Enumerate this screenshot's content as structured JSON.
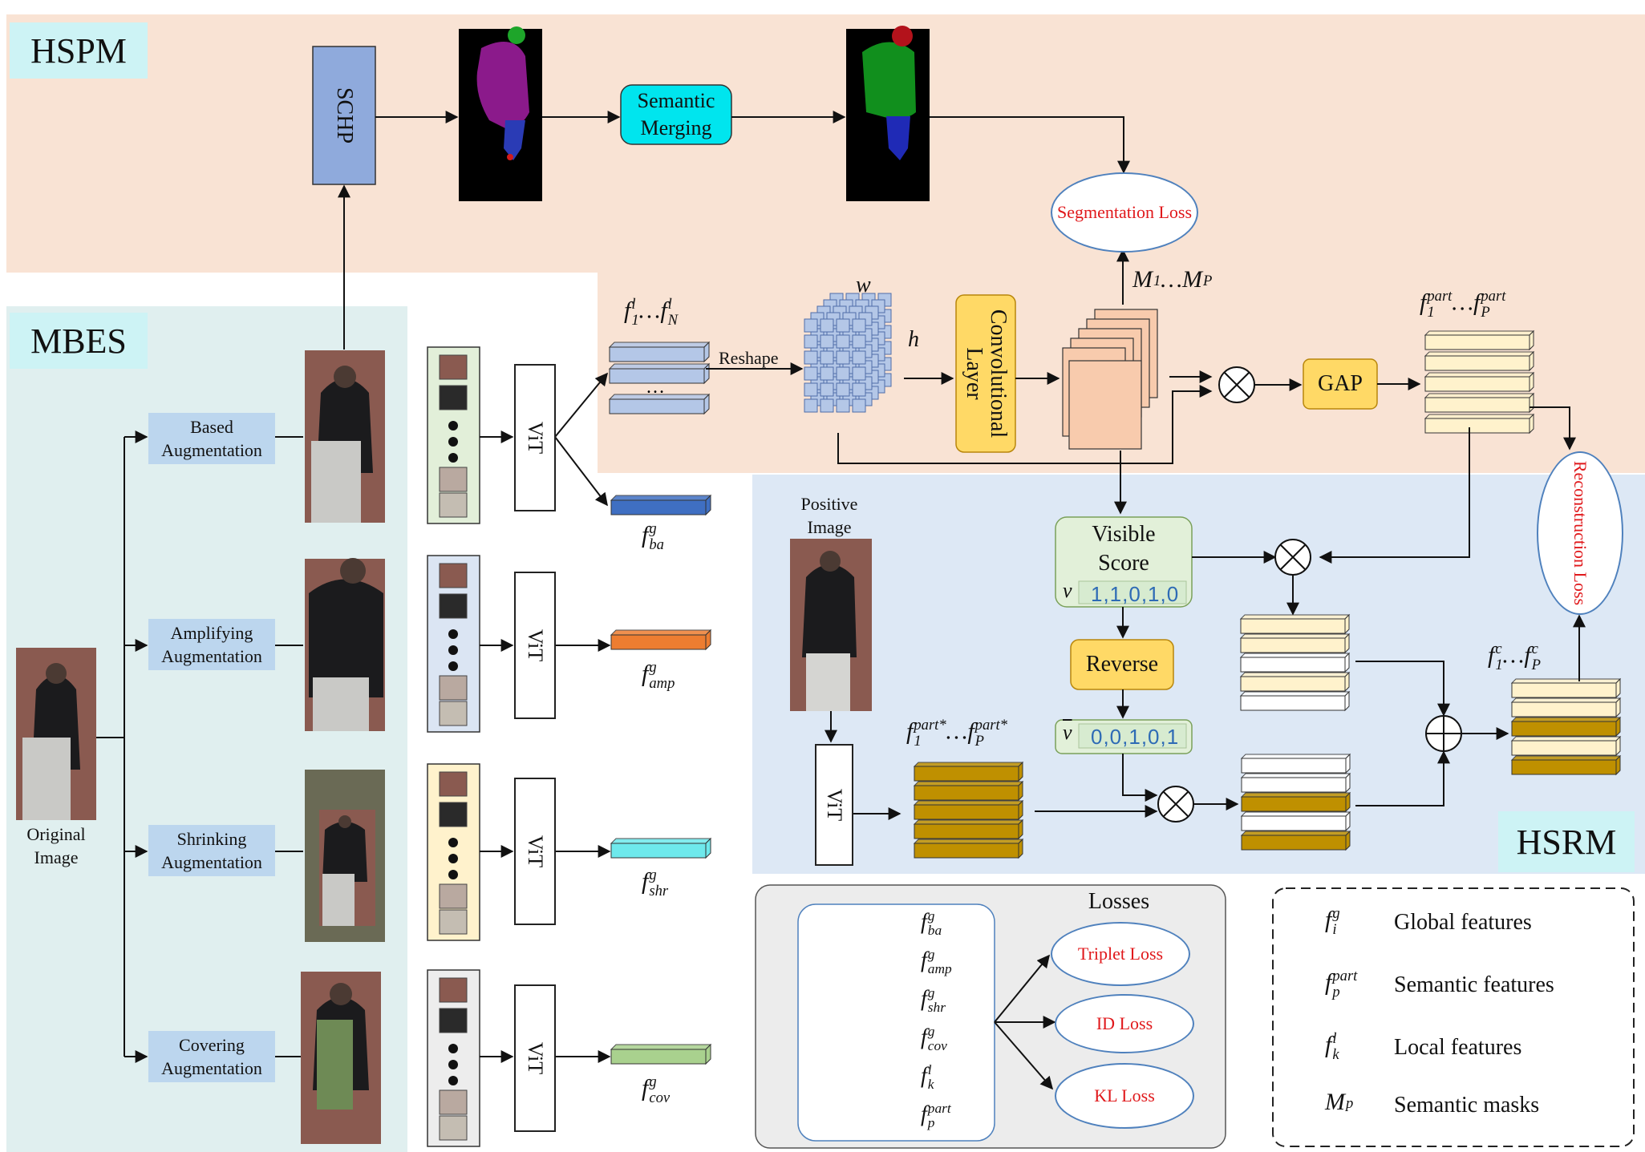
{
  "panels": {
    "hspm": "HSPM",
    "mbes": "MBES",
    "hsrm": "HSRM"
  },
  "hspm": {
    "schp": "SCHP",
    "semantic_merging": "Semantic Merging",
    "segmentation_loss": "Segmentation Loss"
  },
  "mbes": {
    "original_image": "Original Image",
    "augmentations": [
      "Based Augmentation",
      "Amplifying Augmentation",
      "Shrinking Augmentation",
      "Covering Augmentation"
    ],
    "vit": "ViT",
    "features": [
      "f_ba^g",
      "f_amp^g",
      "f_shr^g",
      "f_cov^g"
    ]
  },
  "feature_labels": {
    "local": "f_1^l ... f_N^l",
    "reshape": "Reshape",
    "w": "w",
    "h": "h",
    "conv": "Convolutional Layer",
    "masks": "M_1 ... M_P",
    "gap": "GAP",
    "part": "f_1^part ... f_P^part",
    "part_star": "f_1^part* ... f_P^part*",
    "fc": "f_1^c ... f_P^c"
  },
  "hsrm": {
    "positive_image": "Positive Image",
    "visible_score": "Visible Score",
    "v_symbol": "v",
    "v_values": "1,1,0,1,0",
    "reverse": "Reverse",
    "vbar_values": "0,0,1,0,1",
    "reconstruction_loss": "Reconstruction Loss",
    "vit": "ViT"
  },
  "losses": {
    "title": "Losses",
    "items": [
      "Triplet Loss",
      "ID Loss",
      "KL Loss"
    ],
    "features": [
      "f_ba^g",
      "f_amp^g",
      "f_shr^g",
      "f_cov^g",
      "f_k^l",
      "f_p^part"
    ]
  },
  "legend": [
    {
      "symbol": "f_i^g",
      "text": "Global features"
    },
    {
      "symbol": "f_p^part",
      "text": "Semantic features"
    },
    {
      "symbol": "f_k^l",
      "text": "Local features"
    },
    {
      "symbol": "M_p",
      "text": "Semantic masks"
    }
  ],
  "colors": {
    "hspm_bg": "#f9e3d4",
    "mbes_bg": "#e0efef",
    "hsrm_bg": "#dde8f5",
    "ba": "#3f6fc2",
    "amp": "#ed7d31",
    "shr": "#6ee9ec",
    "cov": "#a9d18e",
    "local": "#b4c7e7",
    "part": "#fff2cc",
    "gold": "#bf9000",
    "conv": "#ffd966",
    "visible": "#e2f0d9"
  }
}
